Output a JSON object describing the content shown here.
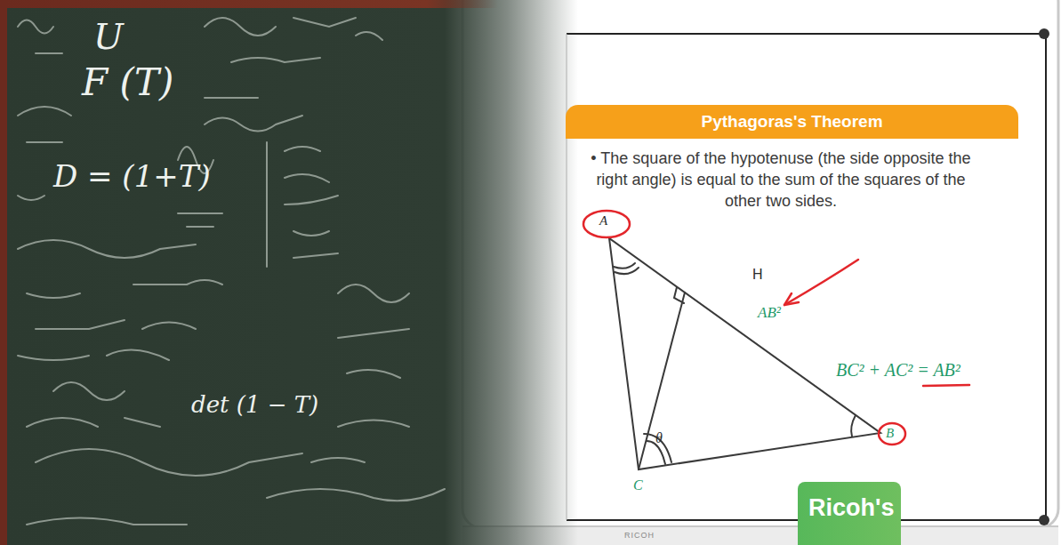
{
  "diagram": {
    "nodes": [
      {
        "text": [
          "Pythagoras's Theorem"
        ]
      },
      {
        "text": [
          "Ricoh's"
        ]
      }
    ],
    "labels": [
      "U",
      "F (T)",
      "D = (1+T)",
      "det (1 − T)",
      "• The square of the hypotenuse (the side opposite the right angle) is equal to the sum of the squares of the other two sides.",
      "A",
      "H",
      "AB²",
      "BC² + AC² = AB²",
      "θ",
      "C",
      "B",
      "RICOH"
    ]
  }
}
